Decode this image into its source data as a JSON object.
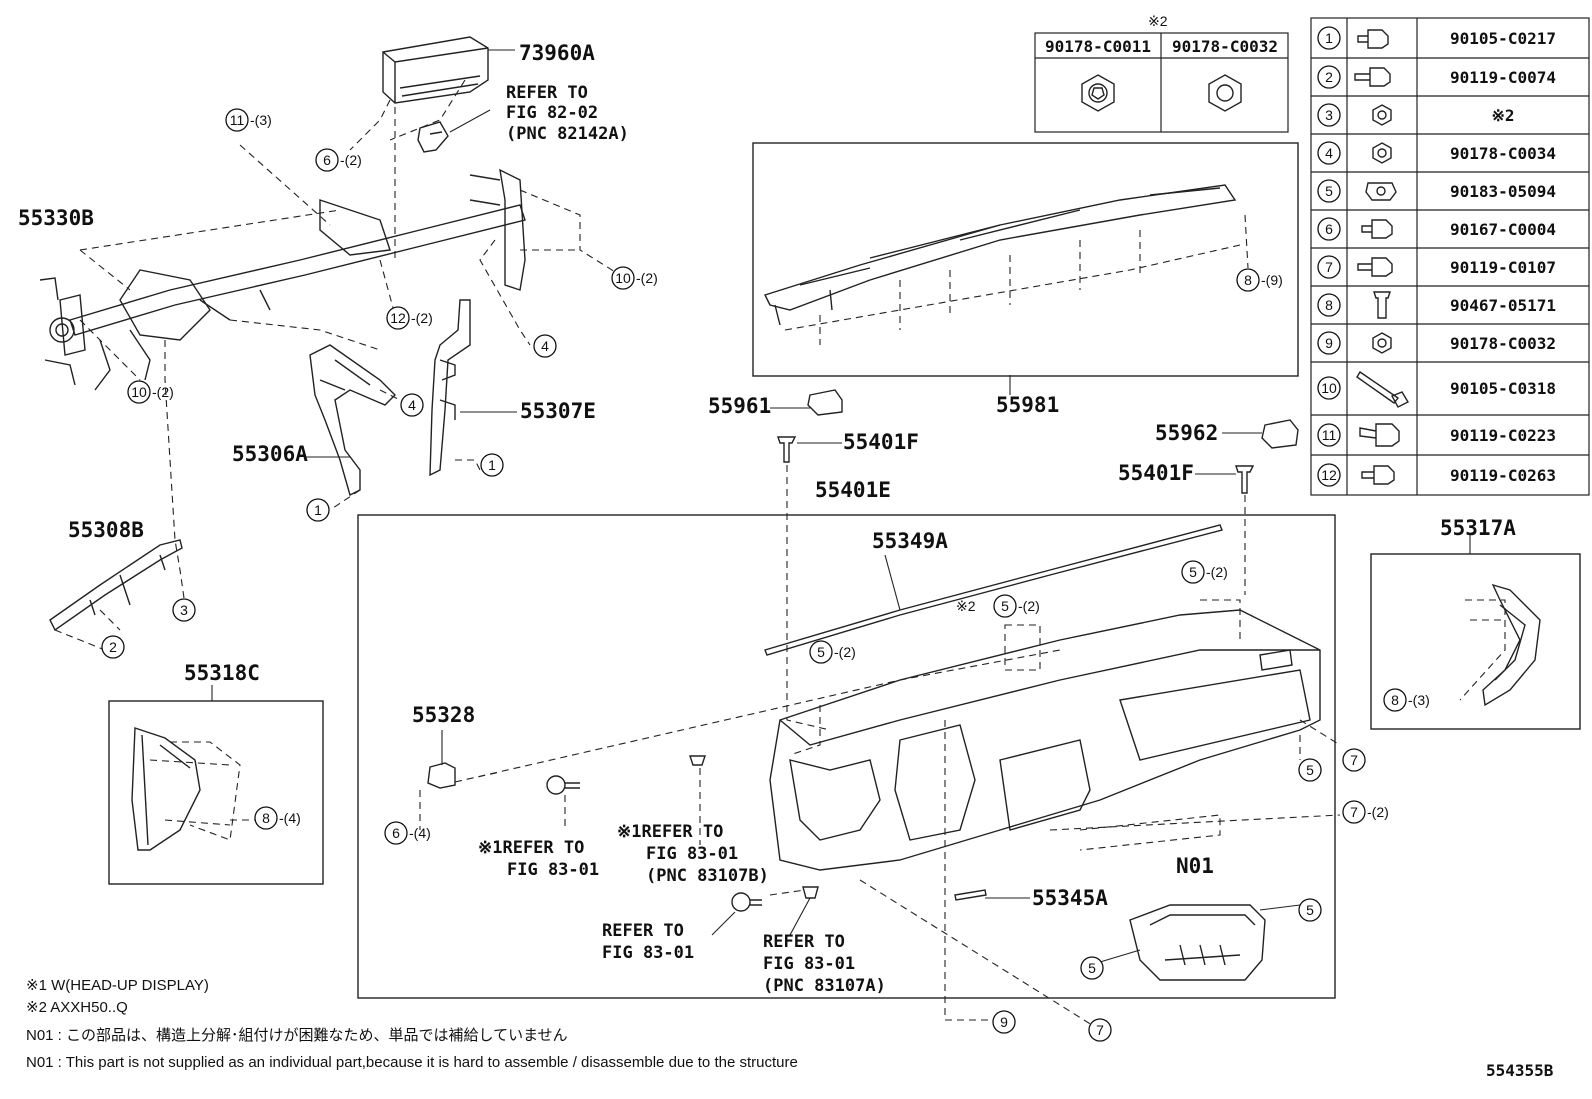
{
  "labels": {
    "p73960A": "73960A",
    "refer_82_line1": "REFER TO",
    "refer_82_line2": "FIG 82-02",
    "refer_82_line3": "(PNC 82142A)",
    "p55330B": "55330B",
    "p55306A": "55306A",
    "p55307E": "55307E",
    "p55308B": "55308B",
    "p55318C": "55318C",
    "p55961": "55961",
    "p55401F_a": "55401F",
    "p55981": "55981",
    "p55962": "55962",
    "p55401F_b": "55401F",
    "p55401E": "55401E",
    "p55349A": "55349A",
    "p55317A": "55317A",
    "p55328": "55328",
    "p55345A": "55345A",
    "pN01": "N01",
    "ref1_a_line1": "※1REFER TO",
    "ref1_a_line2": "FIG 83-01",
    "ref1_b_line1": "※1REFER TO",
    "ref1_b_line2": "FIG 83-01",
    "ref1_b_line3": "(PNC 83107B)",
    "ref_c_line1": "REFER TO",
    "ref_c_line2": "FIG 83-01",
    "ref_d_line1": "REFER TO",
    "ref_d_line2": "FIG 83-01",
    "ref_d_line3": "(PNC 83107A)",
    "mark2_top": "※2",
    "mark2_dash": "※2",
    "diagram_id": "554355B"
  },
  "callouts": [
    {
      "num": "11",
      "qty": "-(3)"
    },
    {
      "num": "6",
      "qty": "-(2)"
    },
    {
      "num": "10",
      "qty": "-(2)"
    },
    {
      "num": "12",
      "qty": "-(2)"
    },
    {
      "num": "4",
      "qty": ""
    },
    {
      "num": "10",
      "qty": "-(2)"
    },
    {
      "num": "4",
      "qty": ""
    },
    {
      "num": "1",
      "qty": ""
    },
    {
      "num": "1",
      "qty": ""
    },
    {
      "num": "3",
      "qty": ""
    },
    {
      "num": "2",
      "qty": ""
    },
    {
      "num": "8",
      "qty": "-(4)"
    },
    {
      "num": "8",
      "qty": "-(9)"
    },
    {
      "num": "5",
      "qty": "-(2)"
    },
    {
      "num": "5",
      "qty": "-(2)"
    },
    {
      "num": "5",
      "qty": "-(2)"
    },
    {
      "num": "6",
      "qty": "-(4)"
    },
    {
      "num": "5",
      "qty": ""
    },
    {
      "num": "7",
      "qty": ""
    },
    {
      "num": "7",
      "qty": "-(2)"
    },
    {
      "num": "8",
      "qty": "-(3)"
    },
    {
      "num": "5",
      "qty": ""
    },
    {
      "num": "5",
      "qty": ""
    },
    {
      "num": "9",
      "qty": ""
    },
    {
      "num": "7",
      "qty": ""
    }
  ],
  "nut_table": {
    "header": [
      "90178-C0011",
      "90178-C0032"
    ]
  },
  "fastener_table": [
    {
      "num": "1",
      "part": "90105-C0217"
    },
    {
      "num": "2",
      "part": "90119-C0074"
    },
    {
      "num": "3",
      "part": "※2"
    },
    {
      "num": "4",
      "part": "90178-C0034"
    },
    {
      "num": "5",
      "part": "90183-05094"
    },
    {
      "num": "6",
      "part": "90167-C0004"
    },
    {
      "num": "7",
      "part": "90119-C0107"
    },
    {
      "num": "8",
      "part": "90467-05171"
    },
    {
      "num": "9",
      "part": "90178-C0032"
    },
    {
      "num": "10",
      "part": "90105-C0318"
    },
    {
      "num": "11",
      "part": "90119-C0223"
    },
    {
      "num": "12",
      "part": "90119-C0263"
    }
  ],
  "notes": {
    "n1": "※1 W(HEAD-UP DISPLAY)",
    "n2": "※2 AXXH50..Q",
    "n3": "N01 : この部品は、構造上分解･組付けが困難なため、単品では補給していません",
    "n4": "N01 : This part is not supplied as an individual part,because it is hard to assemble / disassemble due to the structure"
  }
}
